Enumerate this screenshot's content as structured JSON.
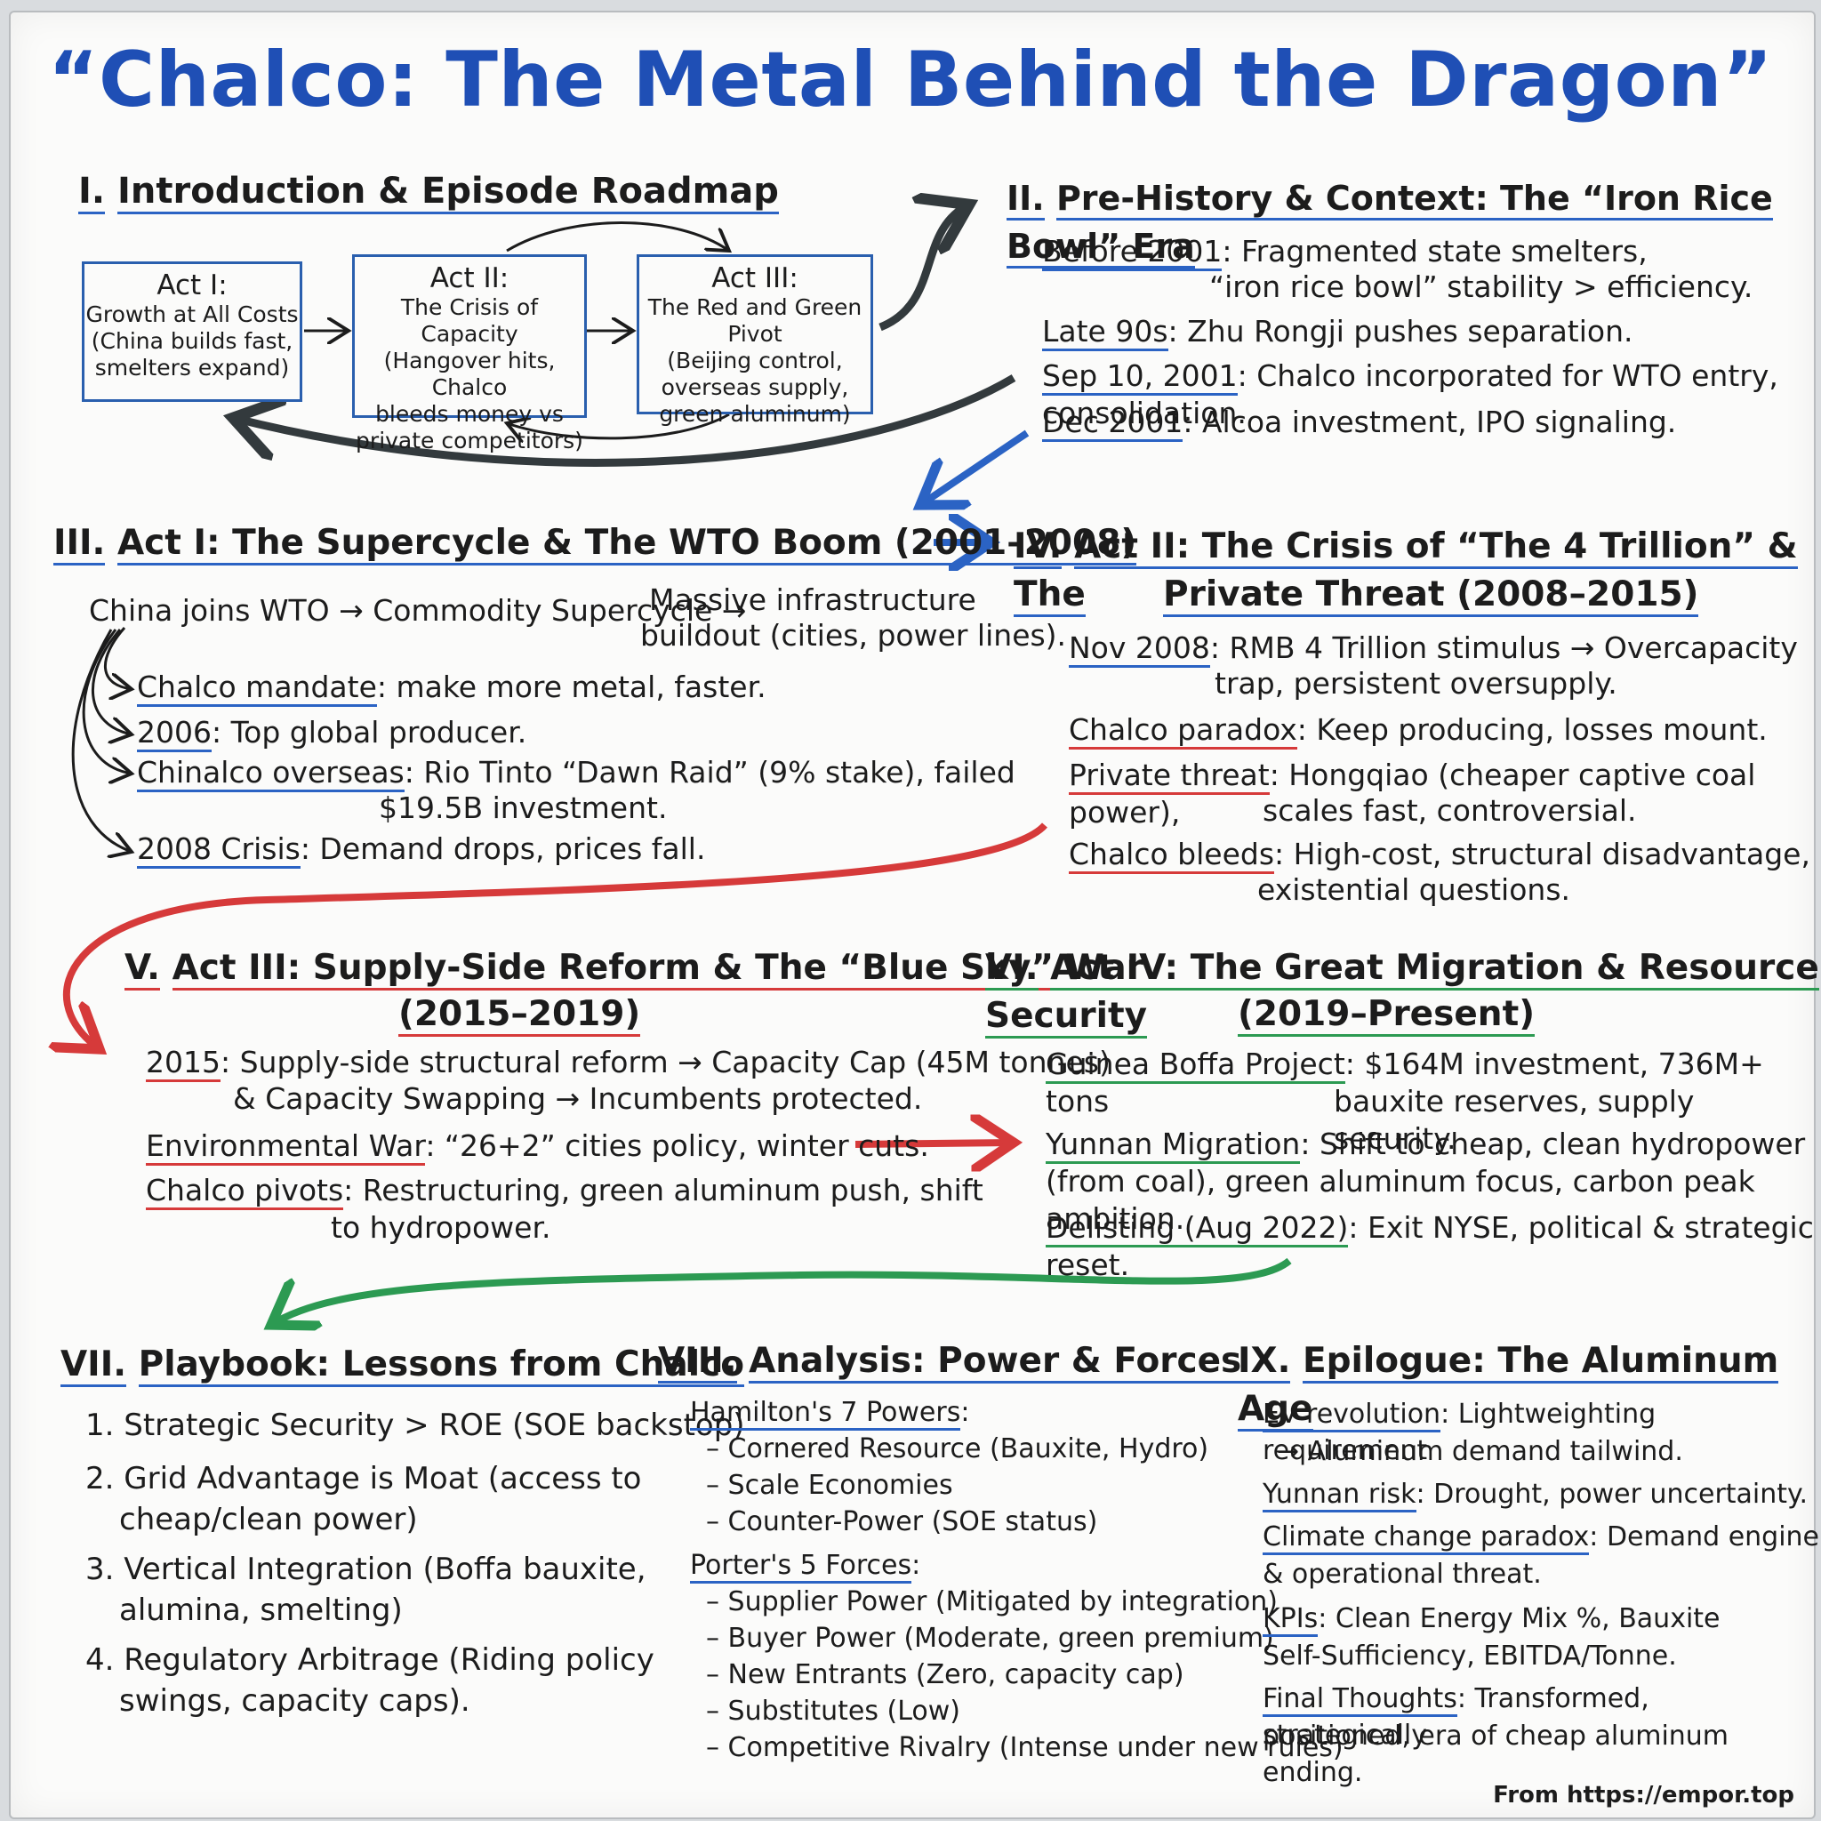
{
  "title": "“Chalco: The Metal Behind the Dragon”",
  "s1": {
    "num": "I.",
    "heading": "Introduction & Episode Roadmap",
    "acts": [
      {
        "head": "Act I:",
        "l1": "Growth at All Costs",
        "l2": "(China builds fast,",
        "l3": "smelters expand)",
        "l4": ""
      },
      {
        "head": "Act II:",
        "l1": "The Crisis of Capacity",
        "l2": "(Hangover hits, Chalco",
        "l3": "bleeds money vs",
        "l4": "private competitors)"
      },
      {
        "head": "Act III:",
        "l1": "The Red and Green Pivot",
        "l2": "(Beijing control,",
        "l3": "overseas supply,",
        "l4": "green aluminum)"
      }
    ]
  },
  "s2": {
    "num": "II.",
    "heading": "Pre-History & Context: The “Iron Rice Bowl” Era",
    "rows": [
      {
        "k": "Before 2001",
        "v": ": Fragmented state smelters,",
        "c": "“iron rice bowl” stability > efficiency."
      },
      {
        "k": "Late 90s",
        "v": ": Zhu Rongji pushes separation.",
        "c": ""
      },
      {
        "k": "Sep 10, 2001",
        "v": ": Chalco incorporated for WTO entry, consolidation.",
        "c": ""
      },
      {
        "k": "Dec 2001",
        "v": ": Alcoa investment, IPO signaling.",
        "c": ""
      }
    ]
  },
  "s3": {
    "num": "III.",
    "heading": "Act I: The Supercycle & The WTO Boom (2001–2008)",
    "flow1": "China joins WTO → Commodity Supercycle →",
    "flow2a": "Massive infrastructure",
    "flow2b": "buildout (cities, power lines).",
    "rows": [
      {
        "k": "Chalco mandate",
        "v": ": make more metal, faster.",
        "c": ""
      },
      {
        "k": "2006",
        "v": ": Top global producer.",
        "c": ""
      },
      {
        "k": "Chinalco overseas",
        "v": ": Rio Tinto “Dawn Raid” (9% stake), failed",
        "c": "$19.5B investment."
      },
      {
        "k": "2008 Crisis",
        "v": ": Demand drops, prices fall.",
        "c": ""
      }
    ]
  },
  "s4": {
    "num": "IV.",
    "heading1": "Act II: The Crisis of “The 4 Trillion” & The",
    "heading2": "Private Threat (2008–2015)",
    "rows": [
      {
        "k": "Nov 2008",
        "v": ": RMB 4 Trillion stimulus → Overcapacity",
        "c": "trap, persistent oversupply."
      },
      {
        "k": "Chalco paradox",
        "v": ": Keep producing, losses mount.",
        "c": ""
      },
      {
        "k": "Private threat",
        "v": ": Hongqiao (cheaper captive coal power),",
        "c": "scales fast, controversial."
      },
      {
        "k": "Chalco bleeds",
        "v": ": High-cost, structural disadvantage,",
        "c": "existential questions."
      }
    ]
  },
  "s5": {
    "num": "V.",
    "heading1": "Act III: Supply-Side Reform & The “Blue Sky” War",
    "heading2": "(2015–2019)",
    "rows": [
      {
        "k": "2015",
        "v": ": Supply-side structural reform → Capacity Cap (45M tonnes)",
        "c": "& Capacity Swapping → Incumbents protected."
      },
      {
        "k": "Environmental War",
        "v": ": “26+2” cities policy, winter cuts.",
        "c": ""
      },
      {
        "k": "Chalco pivots",
        "v": ": Restructuring, green aluminum push, shift",
        "c": "to hydropower."
      }
    ]
  },
  "s6": {
    "num": "VI.",
    "heading1": "Act IV: The Great Migration & Resource Security",
    "heading2": "(2019–Present)",
    "rows": [
      {
        "k": "Guinea Boffa Project",
        "v": ": $164M investment, 736M+ tons",
        "c": "bauxite reserves, supply security."
      },
      {
        "k": "Yunnan Migration",
        "v": ": Shift to cheap, clean hydropower",
        "c": "(from coal), green aluminum focus, carbon peak ambition."
      },
      {
        "k": "Delisting (Aug 2022)",
        "v": ": Exit NYSE, political & strategic reset.",
        "c": ""
      }
    ]
  },
  "s7": {
    "num": "VII.",
    "heading": "Playbook: Lessons from Chalco",
    "items": [
      {
        "l1": "1. Strategic Security > ROE (SOE backstop)",
        "l2": ""
      },
      {
        "l1": "2. Grid Advantage is Moat (access to",
        "l2": "cheap/clean power)"
      },
      {
        "l1": "3. Vertical Integration (Boffa bauxite,",
        "l2": "alumina, smelting)"
      },
      {
        "l1": "4. Regulatory Arbitrage (Riding policy",
        "l2": "swings, capacity caps)."
      }
    ]
  },
  "s8": {
    "num": "VIII.",
    "heading": "Analysis: Power & Forces",
    "h7": "Hamilton's 7 Powers",
    "colon": ":",
    "powers": [
      "– Cornered Resource (Bauxite, Hydro)",
      "– Scale Economies",
      "– Counter-Power (SOE status)"
    ],
    "h5": "Porter's 5 Forces",
    "forces": [
      "– Supplier Power (Mitigated by integration)",
      "– Buyer Power (Moderate, green premium)",
      "– New Entrants (Zero, capacity cap)",
      "– Substitutes (Low)",
      "– Competitive Rivalry (Intense under new rules)"
    ]
  },
  "s9": {
    "num": "IX.",
    "heading": "Epilogue: The Aluminum Age",
    "rows": [
      {
        "k": "EV revolution",
        "v": ": Lightweighting requirement",
        "c": "→ Aluminum demand tailwind."
      },
      {
        "k": "Yunnan risk",
        "v": ": Drought, power uncertainty.",
        "c": ""
      },
      {
        "k": "Climate change paradox",
        "v": ": Demand engine",
        "c": "& operational threat."
      },
      {
        "k": "KPIs",
        "v": ": Clean Energy Mix %, Bauxite",
        "c": "Self-Sufficiency, EBITDA/Tonne."
      },
      {
        "k": "Final Thoughts",
        "v": ": Transformed, strategically",
        "c": "positioned, era of cheap aluminum ending."
      }
    ]
  },
  "footer": "From https://empor.top",
  "colors": {
    "title": "#1f4fb5",
    "blue": "#2b63c4",
    "red": "#d63a3a",
    "green": "#2c9a52",
    "dark": "#333a3d"
  }
}
